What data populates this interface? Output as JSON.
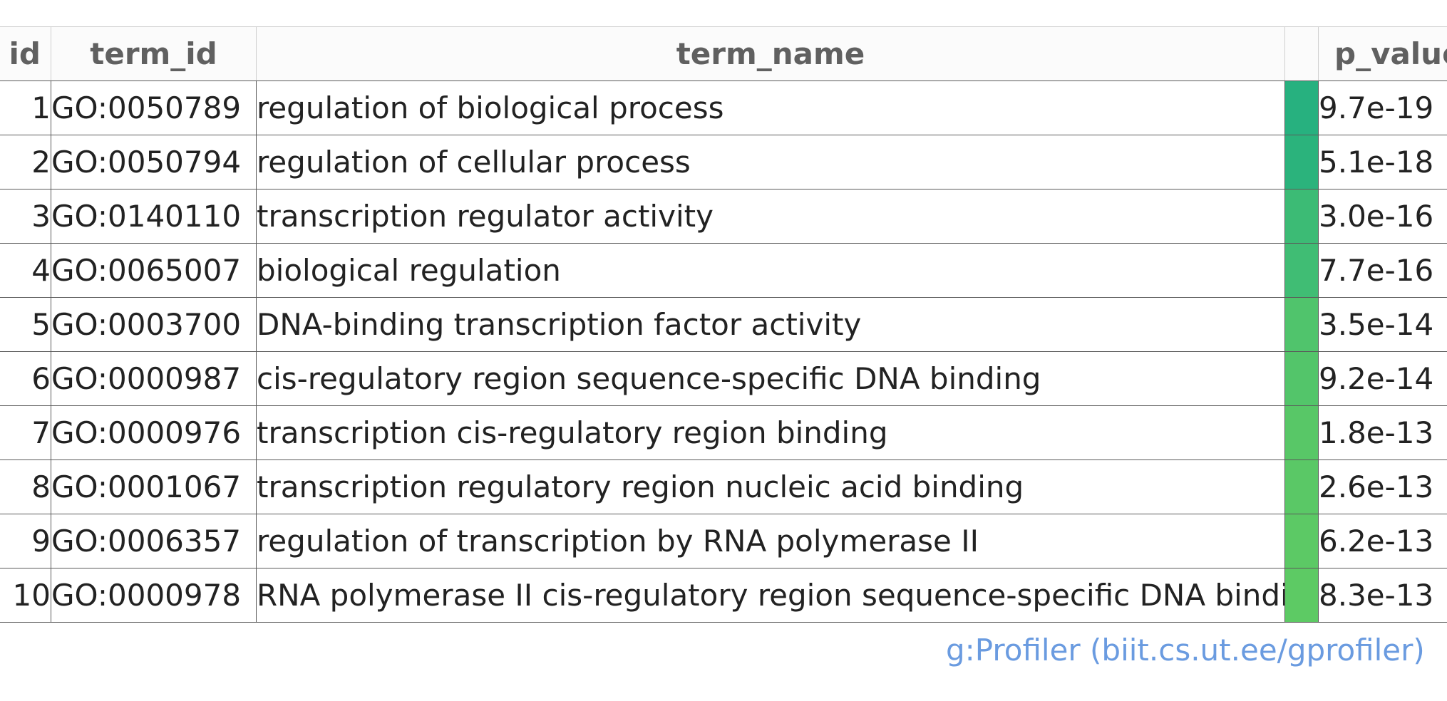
{
  "table": {
    "columns": {
      "id": "id",
      "term_id": "term_id",
      "term_name": "term_name",
      "swatch": "",
      "p_value": "p_value"
    },
    "rows": [
      {
        "id": "1",
        "term_id": "GO:0050789",
        "term_name": "regulation of biological process",
        "p_value": "9.7e-19",
        "color": "#27b17f"
      },
      {
        "id": "2",
        "term_id": "GO:0050794",
        "term_name": "regulation of cellular process",
        "p_value": "5.1e-18",
        "color": "#2bb37c"
      },
      {
        "id": "3",
        "term_id": "GO:0140110",
        "term_name": "transcription regulator activity",
        "p_value": "3.0e-16",
        "color": "#3cbb75"
      },
      {
        "id": "4",
        "term_id": "GO:0065007",
        "term_name": "biological regulation",
        "p_value": "7.7e-16",
        "color": "#40bd74"
      },
      {
        "id": "5",
        "term_id": "GO:0003700",
        "term_name": "DNA-binding transcription factor activity",
        "p_value": "3.5e-14",
        "color": "#50c46c"
      },
      {
        "id": "6",
        "term_id": "GO:0000987",
        "term_name": "cis-regulatory region sequence-specific DNA binding",
        "p_value": "9.2e-14",
        "color": "#53c56a"
      },
      {
        "id": "7",
        "term_id": "GO:0000976",
        "term_name": "transcription cis-regulatory region binding",
        "p_value": "1.8e-13",
        "color": "#58c767"
      },
      {
        "id": "8",
        "term_id": "GO:0001067",
        "term_name": "transcription regulatory region nucleic acid binding",
        "p_value": "2.6e-13",
        "color": "#5ac866"
      },
      {
        "id": "9",
        "term_id": "GO:0006357",
        "term_name": "regulation of transcription by RNA polymerase II",
        "p_value": "6.2e-13",
        "color": "#5cc965"
      },
      {
        "id": "10",
        "term_id": "GO:0000978",
        "term_name": "RNA polymerase II cis-regulatory region sequence-specific DNA binding",
        "p_value": "8.3e-13",
        "color": "#5dca64"
      }
    ]
  },
  "footer": {
    "credit": "g:Profiler (biit.cs.ut.ee/gprofiler)"
  }
}
